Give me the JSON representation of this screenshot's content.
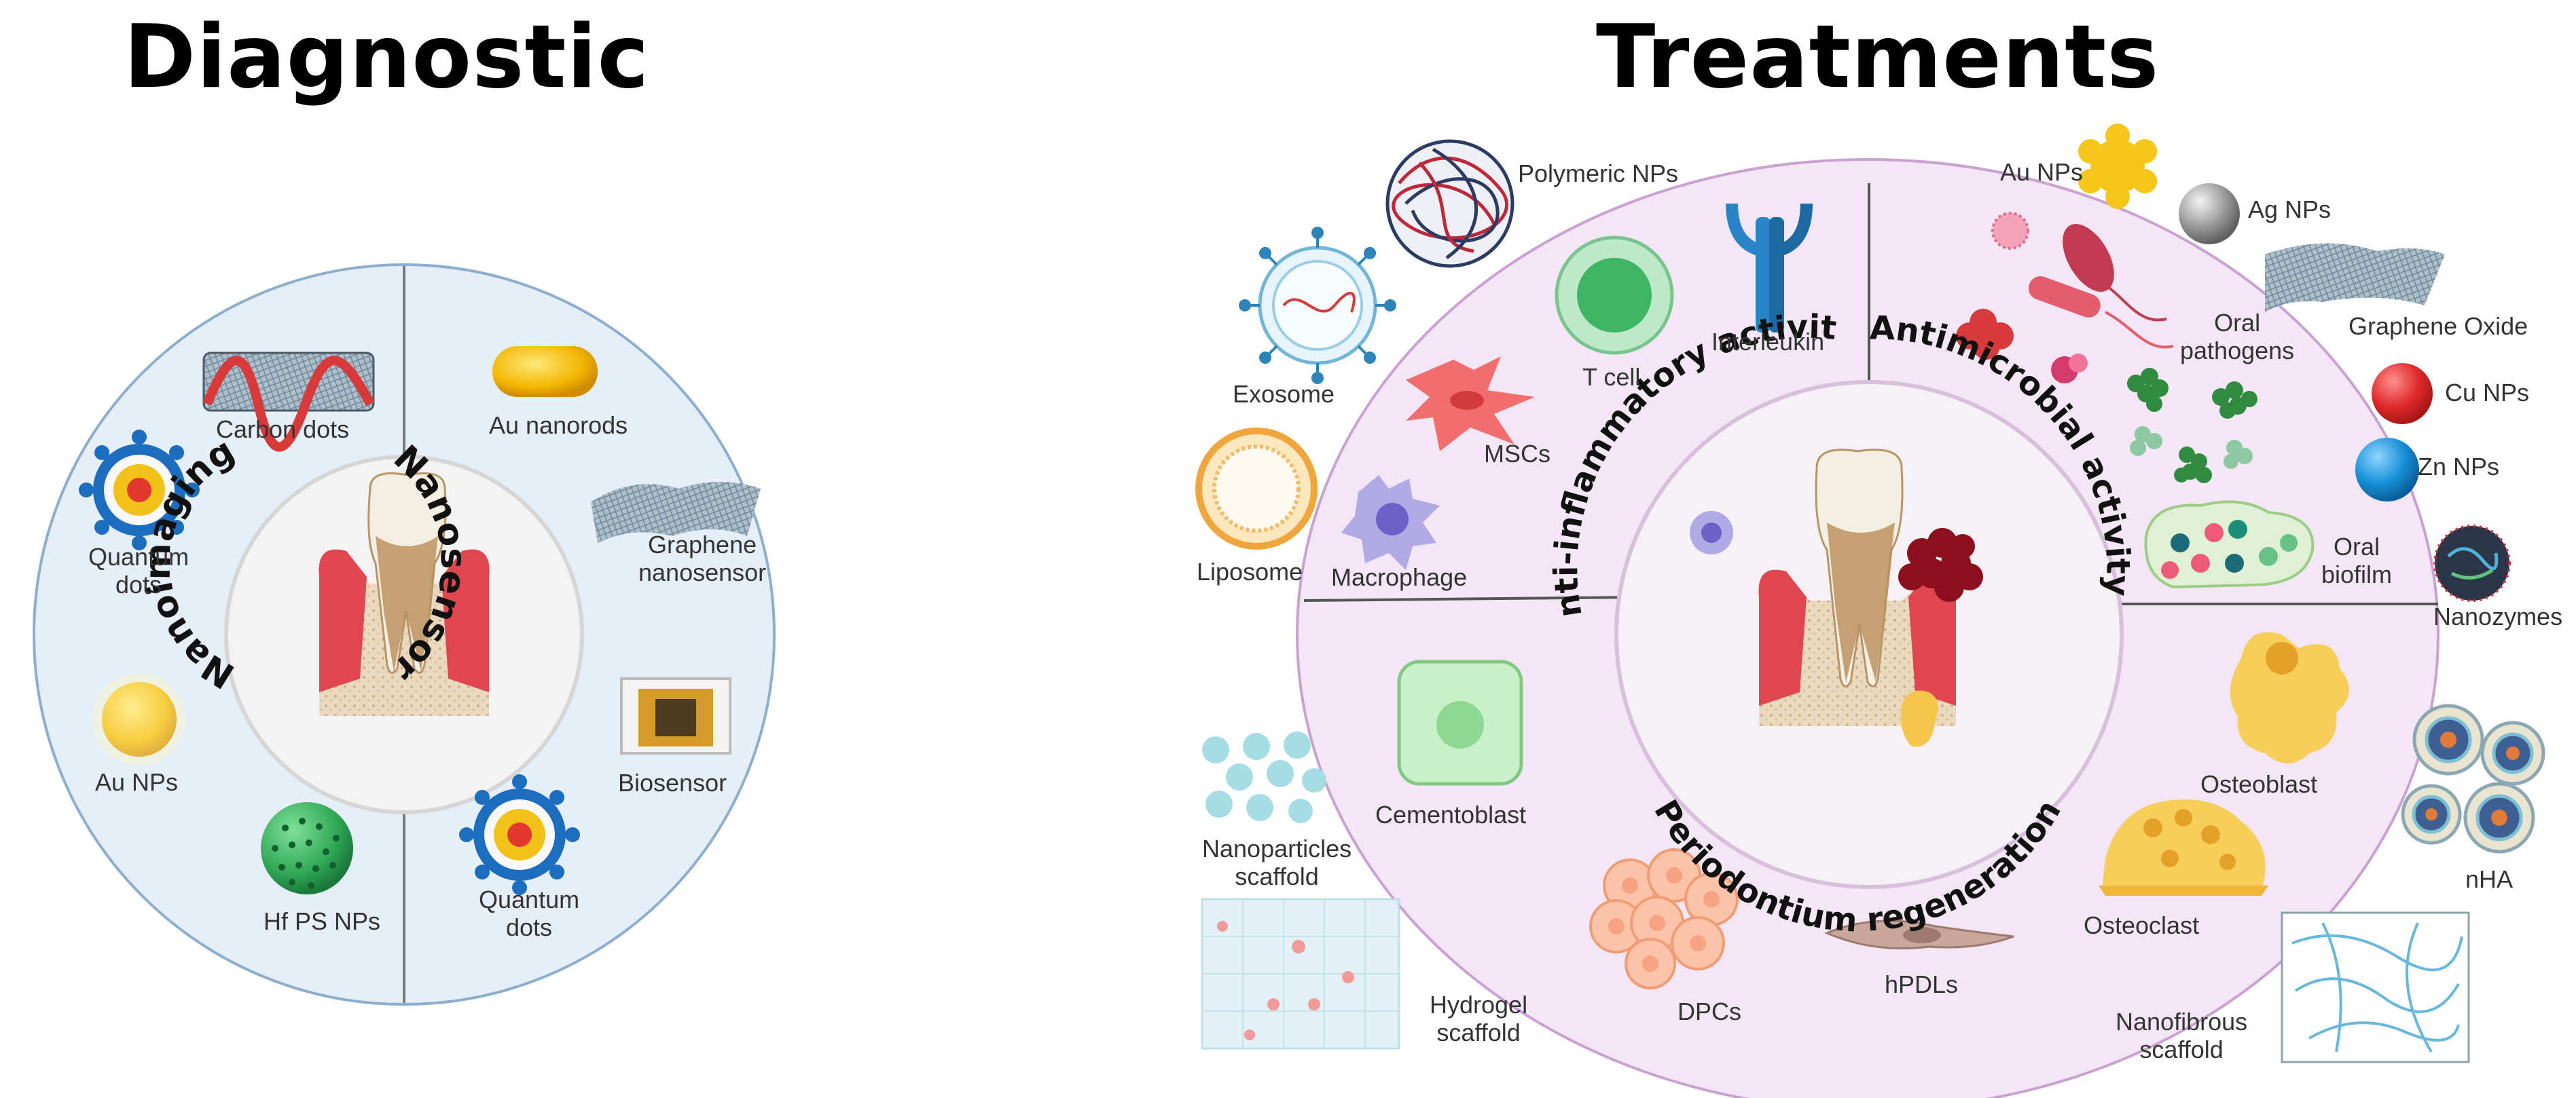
{
  "diagnostic": {
    "title": "Diagnostic",
    "sections": {
      "nanoimaging": "Nanoimaging",
      "nanosensor": "Nanosensor"
    },
    "items": {
      "carbon_dots": "Carbon dots",
      "au_nanorods": "Au nanorods",
      "quantum_dots_left": [
        "Quantum",
        "dots"
      ],
      "graphene_nanosensor": [
        "Graphene",
        "nanosensor"
      ],
      "au_nps": "Au NPs",
      "biosensor": "Biosensor",
      "hf_ps_nps": "Hf PS NPs",
      "quantum_dots_right": [
        "Quantum",
        "dots"
      ]
    }
  },
  "treatments": {
    "title": "Treatments",
    "sections": {
      "anti_inflammatory": "Anti-inflammatory activity",
      "antimicrobial": "Antimicrobial activity",
      "regeneration": "Periodontium regeneration"
    },
    "items": {
      "polymeric_nps": "Polymeric NPs",
      "au_nps": "Au NPs",
      "ag_nps": "Ag NPs",
      "exosome": "Exosome",
      "t_cell": "T cell",
      "interleukin": "Interleukin",
      "oral_pathogens": [
        "Oral",
        "pathogens"
      ],
      "graphene_oxide": "Graphene Oxide",
      "cu_nps": "Cu NPs",
      "zn_nps": "Zn NPs",
      "mscs": "MSCs",
      "liposome": "Liposome",
      "macrophage": "Macrophage",
      "oral_biofilm": [
        "Oral",
        "biofilm"
      ],
      "nanozymes": "Nanozymes",
      "cementoblast": "Cementoblast",
      "osteoblast": "Osteoblast",
      "nanoparticles_scaffold": [
        "Nanoparticles",
        "scaffold"
      ],
      "nha": "nHA",
      "osteoclast": "Osteoclast",
      "hydrogel_scaffold": [
        "Hydrogel",
        "scaffold"
      ],
      "dpcs": "DPCs",
      "hpdls": "hPDLs",
      "nanofibrous_scaffold": [
        "Nanofibrous",
        "scaffold"
      ]
    }
  },
  "colors": {
    "diagnostic_fill": "#e6eff8",
    "diagnostic_border": "#8eaed0",
    "treatment_fill": "#f3e6f5",
    "treatment_border": "#c9a2d2",
    "gum_red": "#e0464f",
    "bone": "#e9dcc4",
    "tooth": "#f4efe3"
  }
}
